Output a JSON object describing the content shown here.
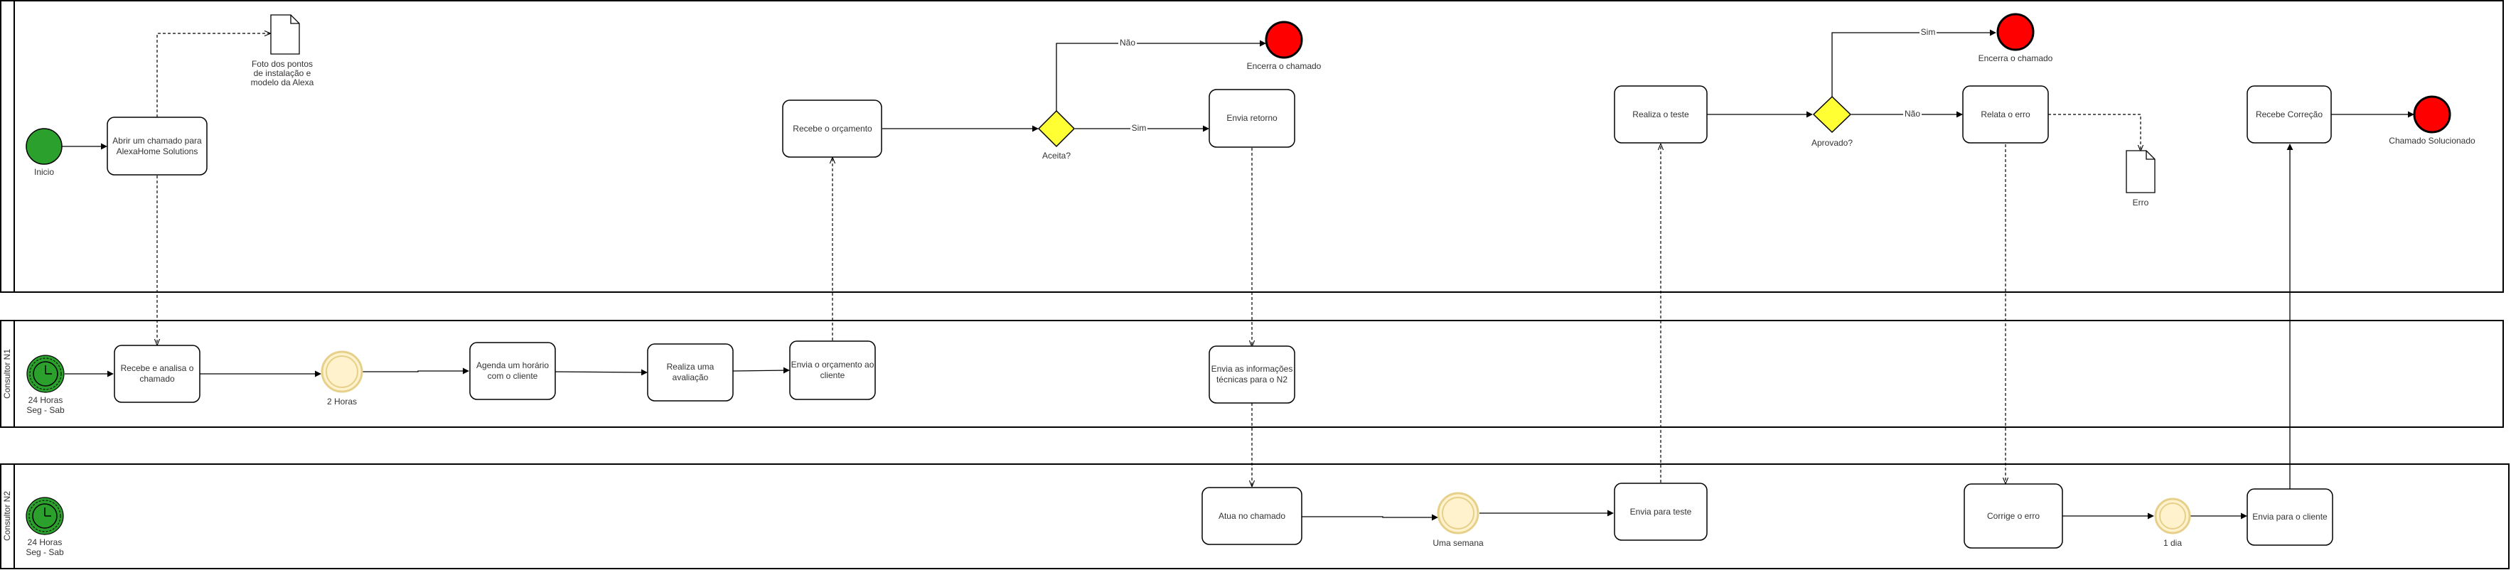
{
  "colors": {
    "line": "#000000",
    "task_fill": "#ffffff",
    "start_fill": "#2ca02c",
    "end_fill": "#ff0000",
    "gateway_fill": "#ffff33",
    "timer_event_fill": "#fff2cc",
    "timer_event_stroke": "#e6d08a"
  },
  "lanes": {
    "client": "",
    "n1": "Consultor N1",
    "n2": "Consultor N2"
  },
  "tasks": {
    "abrir_chamado": [
      "Abrir um chamado para",
      "AlexaHome Solutions"
    ],
    "recebe_orcamento": [
      "Recebe o orçamento"
    ],
    "envia_retorno": [
      "Envia retorno"
    ],
    "realiza_teste": [
      "Realiza o teste"
    ],
    "relata_erro": [
      "Relata o erro"
    ],
    "recebe_correcao": [
      "Recebe Correção"
    ],
    "recebe_analisa": [
      "Recebe e analisa o",
      "chamado"
    ],
    "agenda_horario": [
      "Agenda um horário",
      "com o cliente"
    ],
    "realiza_avaliacao": [
      "Realiza uma",
      "avaliação"
    ],
    "envia_orcamento": [
      "Envia o orçamento ao",
      "cliente"
    ],
    "envia_informacoes": [
      "Envia as informações",
      "técnicas para o N2"
    ],
    "atua_chamado": [
      "Atua no chamado"
    ],
    "envia_teste": [
      "Envia para teste"
    ],
    "corrige_erro": [
      "Corrige o erro"
    ],
    "envia_cliente": [
      "Envia para o cliente"
    ]
  },
  "events": {
    "inicio": "Inicio",
    "encerra_1": "Encerra o chamado",
    "encerra_2": "Encerra o chamado",
    "solucionado": "Chamado Solucionado",
    "timer_n1": [
      "24 Horas",
      "Seg - Sab"
    ],
    "timer_n2": [
      "24 Horas",
      "Seg - Sab"
    ],
    "wait_2h": "2 Horas",
    "wait_semana": "Uma semana",
    "wait_dia": "1 dia"
  },
  "gateways": {
    "aceita": "Aceita?",
    "aprovado": "Aprovado?"
  },
  "flow_labels": {
    "aceita_nao": "Não",
    "aceita_sim": "Sim",
    "aprovado_sim": "Sim",
    "aprovado_nao": "Não"
  },
  "documents": {
    "foto": [
      "Foto dos pontos",
      "de instalação e",
      "modelo da Alexa"
    ],
    "erro": [
      "Erro"
    ]
  },
  "icons": {
    "timer": "clock-icon",
    "document": "document-icon"
  }
}
